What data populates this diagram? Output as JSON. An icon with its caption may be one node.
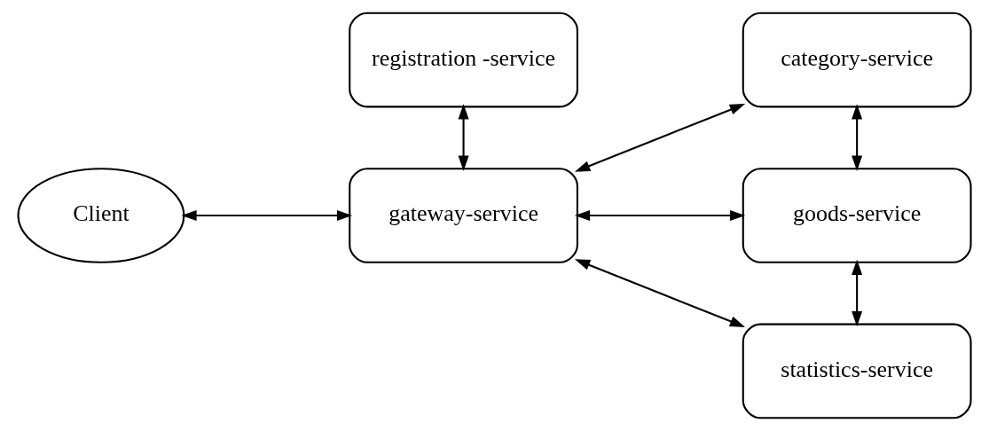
{
  "diagram": {
    "nodes": [
      {
        "text": [
          "Client"
        ]
      },
      {
        "text": [
          "registration -service"
        ]
      },
      {
        "text": [
          "gateway-service"
        ]
      },
      {
        "text": [
          "category-service"
        ]
      },
      {
        "text": [
          "goods-service"
        ]
      },
      {
        "text": [
          "statistics-service"
        ]
      }
    ],
    "edges": [
      {
        "from": 0,
        "to": 2,
        "arrow": "both"
      },
      {
        "from": 1,
        "to": 2,
        "arrow": "both"
      },
      {
        "from": 2,
        "to": 3,
        "arrow": "both"
      },
      {
        "from": 2,
        "to": 4,
        "arrow": "both"
      },
      {
        "from": 2,
        "to": 5,
        "arrow": "both"
      },
      {
        "from": 3,
        "to": 4,
        "arrow": "both"
      },
      {
        "from": 4,
        "to": 5,
        "arrow": "both"
      }
    ]
  }
}
